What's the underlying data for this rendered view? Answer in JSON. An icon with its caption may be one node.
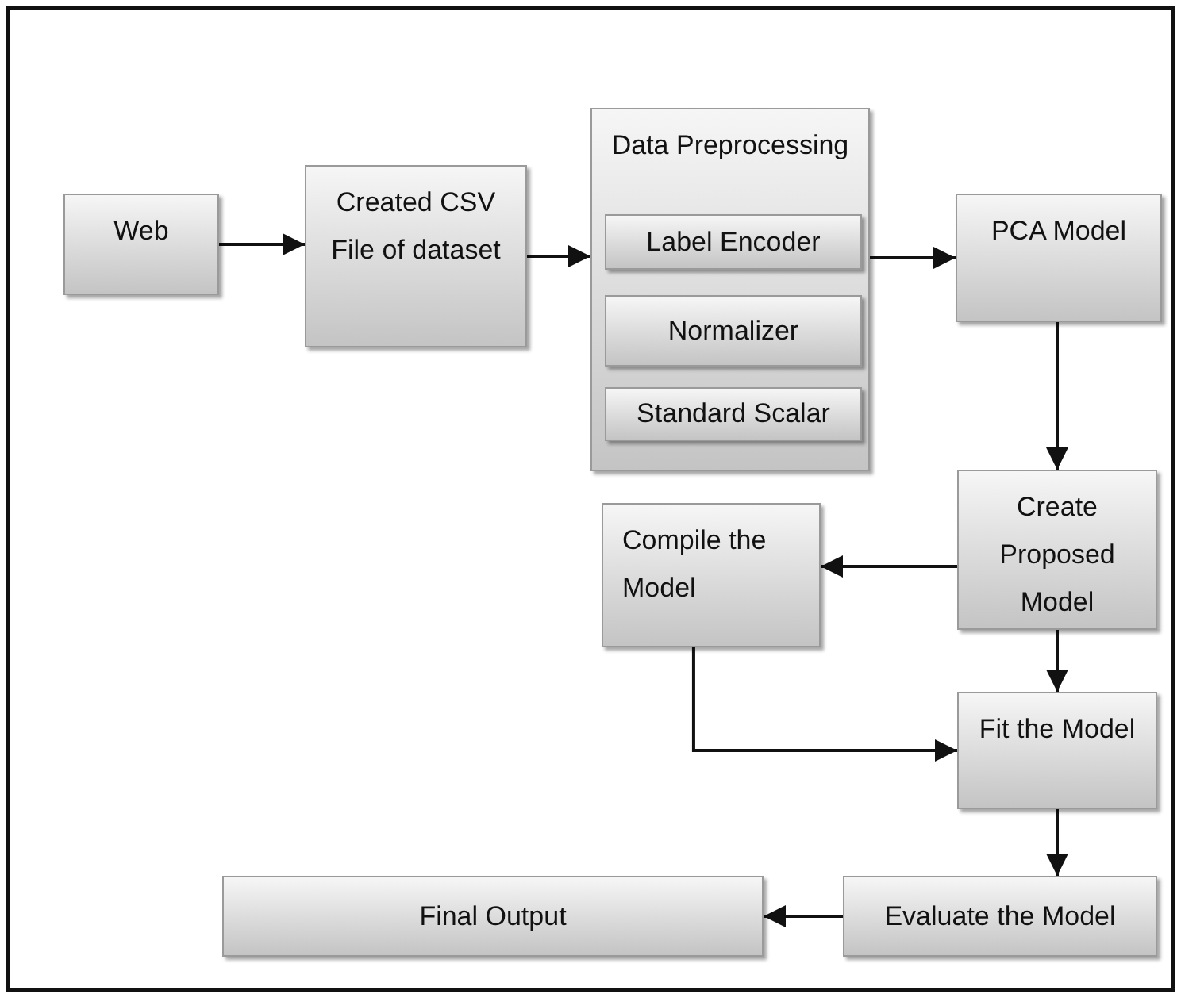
{
  "diagram": {
    "nodes": [
      {
        "text": [
          "Web"
        ]
      },
      {
        "text": [
          "Created CSV File of dataset"
        ]
      },
      {
        "text": [
          "Data Preprocessing"
        ]
      },
      {
        "text": [
          "Label Encoder"
        ],
        "in": 2
      },
      {
        "text": [
          "Normalizer"
        ],
        "in": 2
      },
      {
        "text": [
          "Standard Scalar"
        ],
        "in": 2
      },
      {
        "text": [
          "PCA Model"
        ]
      },
      {
        "text": [
          "Create Proposed Model"
        ]
      },
      {
        "text": [
          "Compile the Model"
        ]
      },
      {
        "text": [
          "Fit the Model"
        ]
      },
      {
        "text": [
          "Evaluate the Model"
        ]
      },
      {
        "text": [
          "Final Output"
        ]
      }
    ],
    "edges": [
      {
        "from": 0,
        "to": 1,
        "arrow": "to"
      },
      {
        "from": 1,
        "to": 2,
        "arrow": "to"
      },
      {
        "from": 2,
        "to": 6,
        "arrow": "to"
      },
      {
        "from": 6,
        "to": 7,
        "arrow": "to"
      },
      {
        "from": 7,
        "to": 8,
        "arrow": "to"
      },
      {
        "from": 7,
        "to": 9,
        "arrow": "to"
      },
      {
        "from": 8,
        "to": 9,
        "arrow": "to"
      },
      {
        "from": 9,
        "to": 10,
        "arrow": "to"
      },
      {
        "from": 10,
        "to": 11,
        "arrow": "to"
      }
    ]
  }
}
